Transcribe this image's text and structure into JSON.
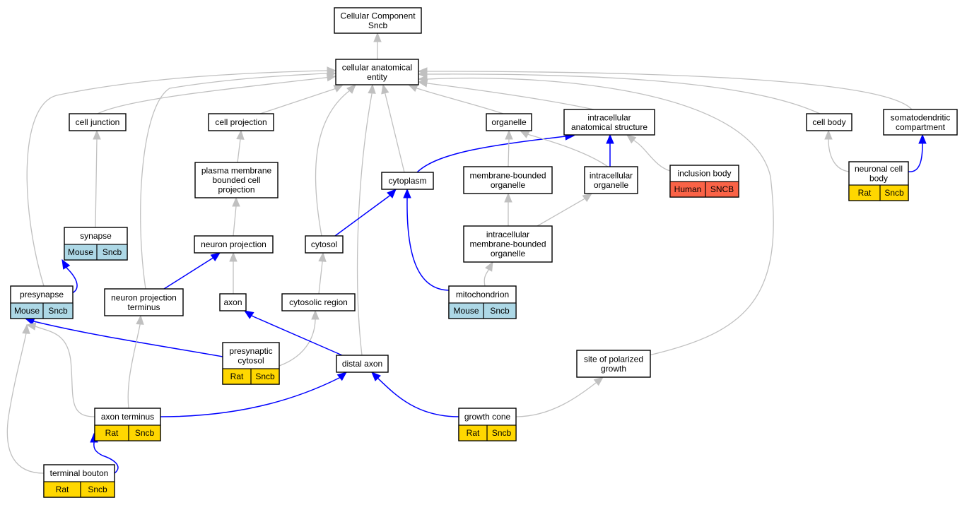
{
  "colors": {
    "Mouse": "#add8e6",
    "Rat": "#ffd700",
    "Human": "#fa6347",
    "is_a_edge": "#c0c0c0",
    "part_of_edge": "#0000ff"
  },
  "nodes": {
    "root": {
      "lines": [
        "Cellular Component",
        "Sncb"
      ]
    },
    "cellular_anatomical_entity": {
      "lines": [
        "cellular anatomical",
        "entity"
      ]
    },
    "cell_junction": {
      "lines": [
        "cell junction"
      ]
    },
    "cell_projection": {
      "lines": [
        "cell projection"
      ]
    },
    "organelle": {
      "lines": [
        "organelle"
      ]
    },
    "intracellular_anatomical_structure": {
      "lines": [
        "intracellular",
        "anatomical structure"
      ]
    },
    "cell_body": {
      "lines": [
        "cell body"
      ]
    },
    "somatodendritic_compartment": {
      "lines": [
        "somatodendritic",
        "compartment"
      ]
    },
    "plasma_membrane_bounded_cell_projection": {
      "lines": [
        "plasma membrane",
        "bounded cell",
        "projection"
      ]
    },
    "cytoplasm": {
      "lines": [
        "cytoplasm"
      ]
    },
    "membrane_bounded_organelle": {
      "lines": [
        "membrane-bounded",
        "organelle"
      ]
    },
    "intracellular_organelle": {
      "lines": [
        "intracellular",
        "organelle"
      ]
    },
    "inclusion_body": {
      "lines": [
        "inclusion body"
      ],
      "annotation": [
        "Human",
        "SNCB"
      ]
    },
    "neuronal_cell_body": {
      "lines": [
        "neuronal cell",
        "body"
      ],
      "annotation": [
        "Rat",
        "Sncb"
      ]
    },
    "synapse": {
      "lines": [
        "synapse"
      ],
      "annotation": [
        "Mouse",
        "Sncb"
      ]
    },
    "neuron_projection": {
      "lines": [
        "neuron projection"
      ]
    },
    "cytosol": {
      "lines": [
        "cytosol"
      ]
    },
    "intracellular_membrane_bounded_organelle": {
      "lines": [
        "intracellular",
        "membrane-bounded",
        "organelle"
      ]
    },
    "presynapse": {
      "lines": [
        "presynapse"
      ],
      "annotation": [
        "Mouse",
        "Sncb"
      ]
    },
    "neuron_projection_terminus": {
      "lines": [
        "neuron projection",
        "terminus"
      ]
    },
    "axon": {
      "lines": [
        "axon"
      ]
    },
    "cytosolic_region": {
      "lines": [
        "cytosolic region"
      ]
    },
    "mitochondrion": {
      "lines": [
        "mitochondrion"
      ],
      "annotation": [
        "Mouse",
        "Sncb"
      ]
    },
    "presynaptic_cytosol": {
      "lines": [
        "presynaptic",
        "cytosol"
      ],
      "annotation": [
        "Rat",
        "Sncb"
      ]
    },
    "distal_axon": {
      "lines": [
        "distal axon"
      ]
    },
    "site_of_polarized_growth": {
      "lines": [
        "site of polarized",
        "growth"
      ]
    },
    "axon_terminus": {
      "lines": [
        "axon terminus"
      ],
      "annotation": [
        "Rat",
        "Sncb"
      ]
    },
    "growth_cone": {
      "lines": [
        "growth cone"
      ],
      "annotation": [
        "Rat",
        "Sncb"
      ]
    },
    "terminal_bouton": {
      "lines": [
        "terminal bouton"
      ],
      "annotation": [
        "Rat",
        "Sncb"
      ]
    }
  },
  "edges": [
    {
      "from": "cellular_anatomical_entity",
      "to": "root",
      "relation": "is_a"
    },
    {
      "from": "cell_junction",
      "to": "cellular_anatomical_entity",
      "relation": "is_a"
    },
    {
      "from": "cell_projection",
      "to": "cellular_anatomical_entity",
      "relation": "is_a"
    },
    {
      "from": "organelle",
      "to": "cellular_anatomical_entity",
      "relation": "is_a"
    },
    {
      "from": "intracellular_anatomical_structure",
      "to": "cellular_anatomical_entity",
      "relation": "is_a"
    },
    {
      "from": "cell_body",
      "to": "cellular_anatomical_entity",
      "relation": "is_a"
    },
    {
      "from": "somatodendritic_compartment",
      "to": "cellular_anatomical_entity",
      "relation": "is_a"
    },
    {
      "from": "presynapse",
      "to": "cellular_anatomical_entity",
      "relation": "is_a"
    },
    {
      "from": "neuron_projection_terminus",
      "to": "cellular_anatomical_entity",
      "relation": "is_a"
    },
    {
      "from": "cytosol",
      "to": "cellular_anatomical_entity",
      "relation": "is_a"
    },
    {
      "from": "distal_axon",
      "to": "cellular_anatomical_entity",
      "relation": "is_a"
    },
    {
      "from": "cytoplasm",
      "to": "cellular_anatomical_entity",
      "relation": "is_a"
    },
    {
      "from": "site_of_polarized_growth",
      "to": "cellular_anatomical_entity",
      "relation": "is_a"
    },
    {
      "from": "plasma_membrane_bounded_cell_projection",
      "to": "cell_projection",
      "relation": "is_a"
    },
    {
      "from": "neuron_projection",
      "to": "plasma_membrane_bounded_cell_projection",
      "relation": "is_a"
    },
    {
      "from": "synapse",
      "to": "cell_junction",
      "relation": "is_a"
    },
    {
      "from": "cytoplasm",
      "to": "intracellular_anatomical_structure",
      "relation": "part_of"
    },
    {
      "from": "membrane_bounded_organelle",
      "to": "organelle",
      "relation": "is_a"
    },
    {
      "from": "intracellular_organelle",
      "to": "organelle",
      "relation": "is_a"
    },
    {
      "from": "intracellular_organelle",
      "to": "intracellular_anatomical_structure",
      "relation": "part_of"
    },
    {
      "from": "inclusion_body",
      "to": "intracellular_anatomical_structure",
      "relation": "is_a"
    },
    {
      "from": "neuronal_cell_body",
      "to": "cell_body",
      "relation": "is_a"
    },
    {
      "from": "neuronal_cell_body",
      "to": "somatodendritic_compartment",
      "relation": "part_of"
    },
    {
      "from": "intracellular_membrane_bounded_organelle",
      "to": "membrane_bounded_organelle",
      "relation": "is_a"
    },
    {
      "from": "intracellular_membrane_bounded_organelle",
      "to": "intracellular_organelle",
      "relation": "is_a"
    },
    {
      "from": "mitochondrion",
      "to": "intracellular_membrane_bounded_organelle",
      "relation": "is_a"
    },
    {
      "from": "mitochondrion",
      "to": "cytoplasm",
      "relation": "part_of"
    },
    {
      "from": "cytosol",
      "to": "cytoplasm",
      "relation": "part_of"
    },
    {
      "from": "cytosolic_region",
      "to": "cytosol",
      "relation": "is_a"
    },
    {
      "from": "presynapse",
      "to": "synapse",
      "relation": "part_of"
    },
    {
      "from": "neuron_projection_terminus",
      "to": "neuron_projection",
      "relation": "part_of"
    },
    {
      "from": "axon",
      "to": "neuron_projection",
      "relation": "is_a"
    },
    {
      "from": "presynaptic_cytosol",
      "to": "presynapse",
      "relation": "part_of"
    },
    {
      "from": "presynaptic_cytosol",
      "to": "cytosolic_region",
      "relation": "is_a"
    },
    {
      "from": "distal_axon",
      "to": "axon",
      "relation": "part_of"
    },
    {
      "from": "axon_terminus",
      "to": "presynapse",
      "relation": "is_a"
    },
    {
      "from": "axon_terminus",
      "to": "neuron_projection_terminus",
      "relation": "is_a"
    },
    {
      "from": "axon_terminus",
      "to": "distal_axon",
      "relation": "part_of"
    },
    {
      "from": "growth_cone",
      "to": "distal_axon",
      "relation": "part_of"
    },
    {
      "from": "growth_cone",
      "to": "site_of_polarized_growth",
      "relation": "is_a"
    },
    {
      "from": "terminal_bouton",
      "to": "presynapse",
      "relation": "is_a"
    },
    {
      "from": "terminal_bouton",
      "to": "axon_terminus",
      "relation": "part_of"
    }
  ]
}
